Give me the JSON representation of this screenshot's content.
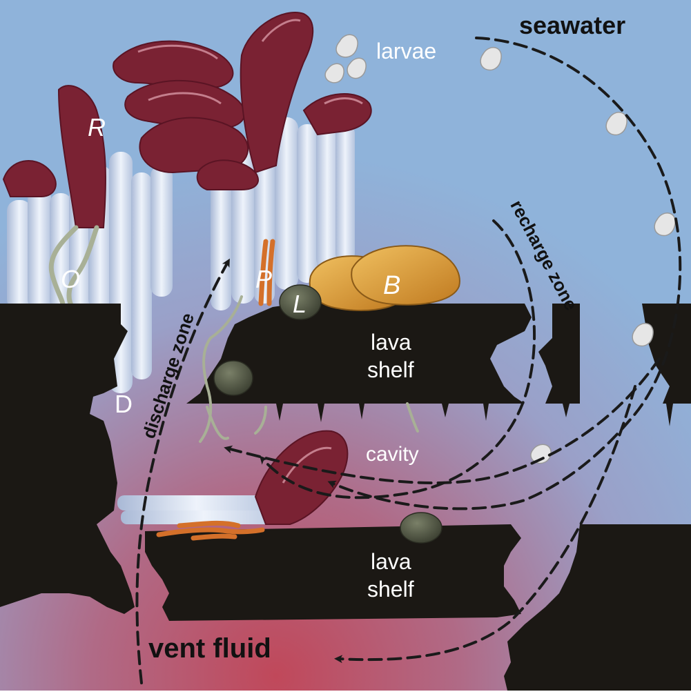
{
  "labels": {
    "seawater": "seawater",
    "larvae": "larvae",
    "recharge_zone": "recharge zone",
    "discharge_zone": "discharge zone",
    "lava_shelf_top": [
      "lava",
      "shelf"
    ],
    "lava_shelf_bottom": [
      "lava",
      "shelf"
    ],
    "cavity": "cavity",
    "vent_fluid": "vent fluid",
    "letter_R": "R",
    "letter_O": "O",
    "letter_P": "P",
    "letter_L": "L",
    "letter_B": "B",
    "letter_D": "D"
  },
  "colors": {
    "seawater": "#8fb3da",
    "vent_fluid": "#c0485a",
    "rock": "#1b1814",
    "tube": "#cfdcef",
    "plume": "#7a2233",
    "mussel": "#d6a040",
    "limpet": "#4d5241",
    "larva": "#e6e6e6",
    "arrow": "#1a1a1a"
  }
}
